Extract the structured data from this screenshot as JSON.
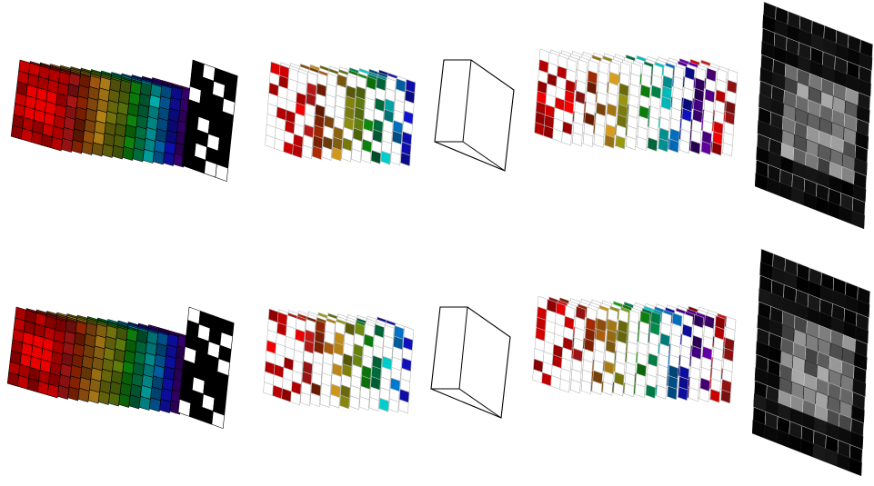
{
  "diagram": {
    "title": "",
    "rows": [
      {
        "name": "row-top",
        "stages": [
          {
            "name": "feature-stack",
            "kind": "color-stack"
          },
          {
            "name": "binary-mask",
            "kind": "mask",
            "pattern": [
              [
                0,
                1,
                0,
                0
              ],
              [
                0,
                0,
                1,
                0
              ],
              [
                1,
                0,
                0,
                1
              ],
              [
                0,
                0,
                0,
                0
              ],
              [
                0,
                1,
                0,
                0
              ],
              [
                0,
                0,
                1,
                0
              ],
              [
                0,
                1,
                0,
                0
              ],
              [
                0,
                0,
                1,
                1
              ]
            ]
          },
          {
            "name": "sparse-stack",
            "kind": "sparse-stack"
          },
          {
            "name": "projection-cube",
            "kind": "cube"
          },
          {
            "name": "sparse-stack-wide",
            "kind": "sparse-stack"
          },
          {
            "name": "output-grayscale-map",
            "kind": "grayscale"
          }
        ]
      },
      {
        "name": "row-bottom",
        "stages": [
          {
            "name": "feature-stack",
            "kind": "color-stack"
          },
          {
            "name": "binary-mask",
            "kind": "mask",
            "pattern": [
              [
                1,
                0,
                0,
                0
              ],
              [
                0,
                1,
                0,
                1
              ],
              [
                0,
                0,
                1,
                0
              ],
              [
                1,
                0,
                0,
                1
              ],
              [
                0,
                0,
                0,
                0
              ],
              [
                0,
                1,
                0,
                0
              ],
              [
                0,
                0,
                1,
                0
              ],
              [
                1,
                0,
                0,
                1
              ]
            ]
          },
          {
            "name": "sparse-stack",
            "kind": "sparse-stack"
          },
          {
            "name": "projection-cube",
            "kind": "cube"
          },
          {
            "name": "sparse-stack-wide",
            "kind": "sparse-stack"
          },
          {
            "name": "output-grayscale-map",
            "kind": "grayscale"
          }
        ]
      }
    ],
    "palette": {
      "channel_colors": [
        "#e00000",
        "#c01818",
        "#a02800",
        "#b06010",
        "#c89018",
        "#8c8c10",
        "#709010",
        "#10a010",
        "#008048",
        "#00c0c0",
        "#0070c0",
        "#1010c0",
        "#400080",
        "#6000a0"
      ],
      "mask_fill": "#000000",
      "mask_empty": "#ffffff",
      "grid_line": "#bbbbbb",
      "cube_stroke": "#000000",
      "gray_background": "#050505"
    }
  }
}
